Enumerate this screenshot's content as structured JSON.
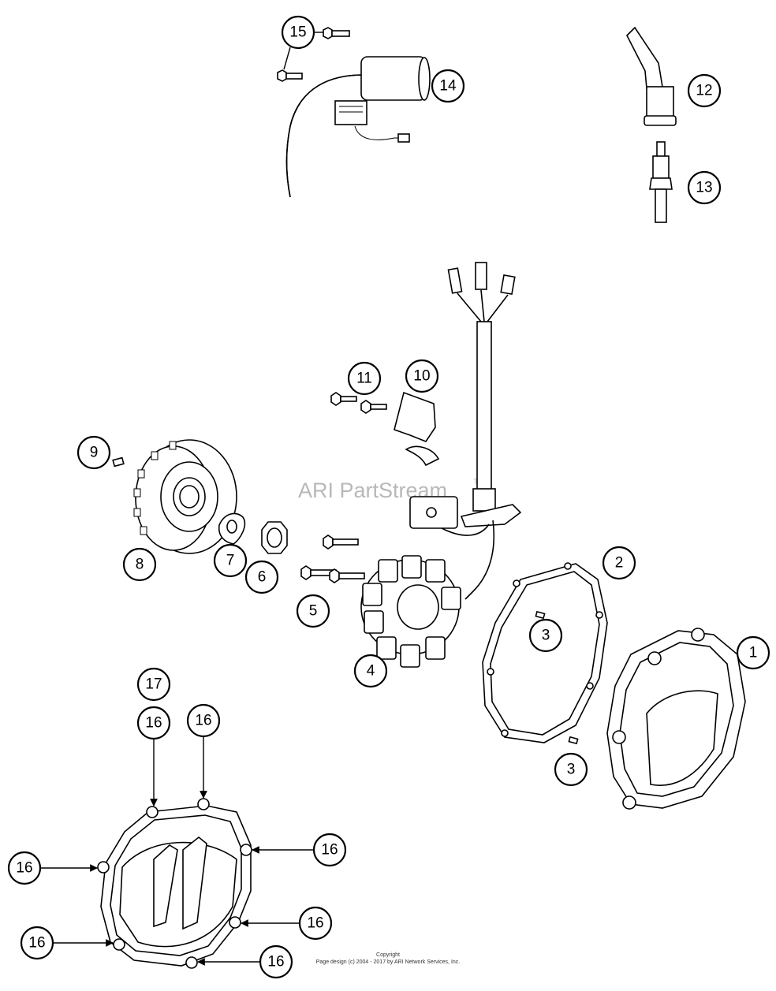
{
  "watermark": {
    "text": "ARI PartStream",
    "mark": "TM"
  },
  "copyright": {
    "line1": "Copyright",
    "line2": "Page design (c) 2004 - 2017 by ARI Network Services, Inc."
  },
  "callouts": [
    {
      "id": "c1",
      "label": "1"
    },
    {
      "id": "c2",
      "label": "2"
    },
    {
      "id": "c3a",
      "label": "3"
    },
    {
      "id": "c3b",
      "label": "3"
    },
    {
      "id": "c4",
      "label": "4"
    },
    {
      "id": "c5",
      "label": "5"
    },
    {
      "id": "c6",
      "label": "6"
    },
    {
      "id": "c7",
      "label": "7"
    },
    {
      "id": "c8",
      "label": "8"
    },
    {
      "id": "c9",
      "label": "9"
    },
    {
      "id": "c10",
      "label": "10"
    },
    {
      "id": "c11",
      "label": "11"
    },
    {
      "id": "c12",
      "label": "12"
    },
    {
      "id": "c13",
      "label": "13"
    },
    {
      "id": "c14",
      "label": "14"
    },
    {
      "id": "c15",
      "label": "15"
    },
    {
      "id": "c16a",
      "label": "16"
    },
    {
      "id": "c16b",
      "label": "16"
    },
    {
      "id": "c16c",
      "label": "16"
    },
    {
      "id": "c16d",
      "label": "16"
    },
    {
      "id": "c16e",
      "label": "16"
    },
    {
      "id": "c16f",
      "label": "16"
    },
    {
      "id": "c16g",
      "label": "16"
    },
    {
      "id": "c17",
      "label": "17"
    }
  ]
}
